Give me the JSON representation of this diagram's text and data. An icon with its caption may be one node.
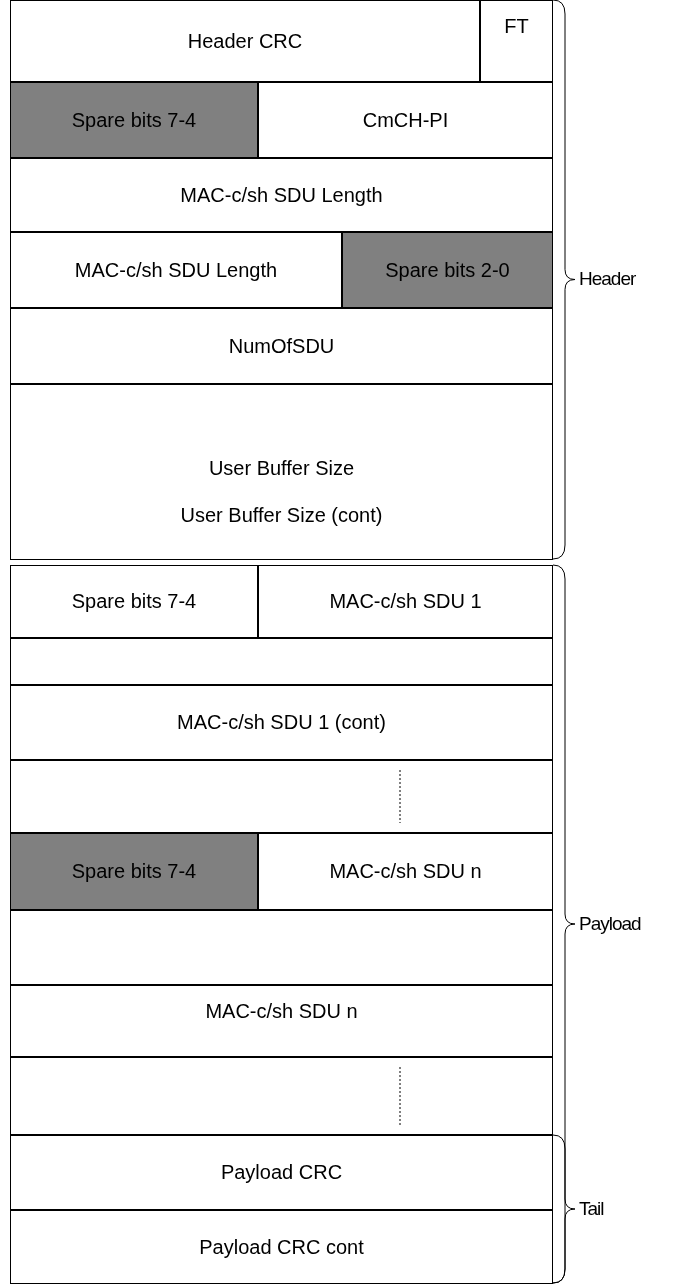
{
  "diagram": {
    "nodes": [
      {
        "text": [
          "Header CRC"
        ]
      },
      {
        "text": [
          "FT"
        ]
      },
      {
        "text": [
          "Spare bits 7-4"
        ]
      },
      {
        "text": [
          "CmCH-PI"
        ]
      },
      {
        "text": [
          "MAC-c/sh SDU Length"
        ]
      },
      {
        "text": [
          "MAC-c/sh SDU Length"
        ]
      },
      {
        "text": [
          "Spare bits 2-0"
        ]
      },
      {
        "text": [
          "NumOfSDU"
        ]
      },
      {
        "text": [
          "User Buffer Size"
        ]
      },
      {
        "text": [
          "User Buffer Size (cont)"
        ]
      },
      {
        "text": [
          "Spare bits 7-4"
        ]
      },
      {
        "text": [
          "MAC-c/sh SDU 1"
        ]
      },
      {
        "text": [],
        "shape": "box"
      },
      {
        "text": [
          "MAC-c/sh SDU 1 (cont)"
        ]
      },
      {
        "text": [],
        "shape": "box"
      },
      {
        "text": [
          "Spare bits 7-4"
        ]
      },
      {
        "text": [
          "MAC-c/sh SDU n"
        ]
      },
      {
        "text": [],
        "shape": "box"
      },
      {
        "text": [
          "MAC-c/sh SDU n"
        ]
      },
      {
        "text": [],
        "shape": "box"
      },
      {
        "text": [
          "Payload CRC"
        ]
      },
      {
        "text": [
          "Payload CRC cont"
        ]
      }
    ],
    "edges": [],
    "labels": [
      "Header",
      "Payload",
      "Tail"
    ]
  }
}
